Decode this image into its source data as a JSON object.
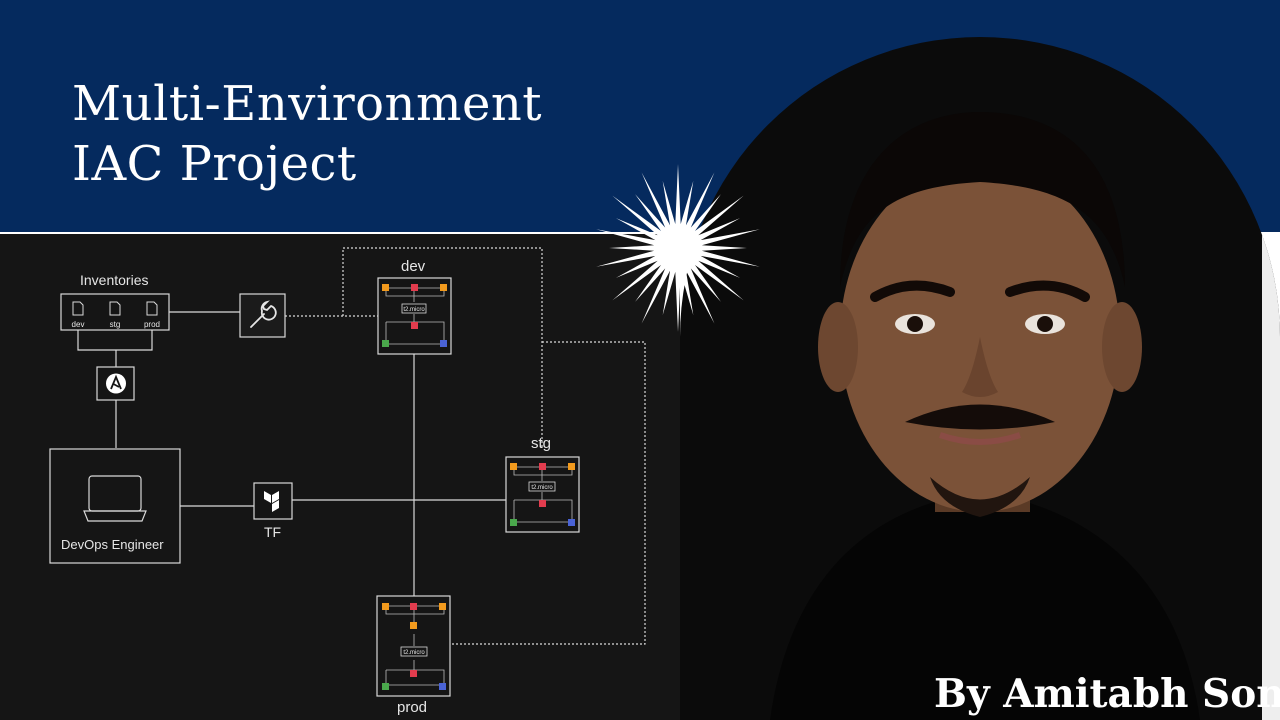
{
  "slide": {
    "title_line1": "Multi-Environment",
    "title_line2": "IAC Project",
    "byline": "By Amitabh Soni"
  },
  "diagram": {
    "inventories_label": "Inventories",
    "inventory_files": [
      "dev",
      "stg",
      "prod"
    ],
    "engineer_label": "DevOps Engineer",
    "terraform_label": "TF",
    "environments": {
      "dev": {
        "label": "dev",
        "instance": "t2.micro"
      },
      "stg": {
        "label": "stg",
        "instance": "t2.micro"
      },
      "prod": {
        "label": "prod",
        "instance": "t2.micro"
      }
    }
  },
  "colors": {
    "band": "#052a5e",
    "panel": "#151515",
    "node_orange": "#f29a1d",
    "node_red": "#e23c4e",
    "node_green": "#4aa84c",
    "node_blue": "#4a63d6"
  },
  "icons": [
    "ansible-icon",
    "wrench-icon",
    "terraform-icon",
    "laptop-icon",
    "file-icon",
    "starburst-icon"
  ]
}
